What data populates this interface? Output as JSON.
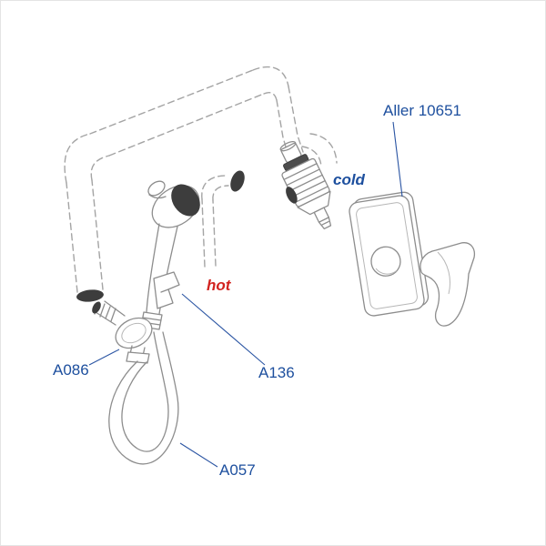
{
  "diagram": {
    "labels": {
      "model": "Aller 10651",
      "cold": "cold",
      "hot": "hot",
      "valve": "A086",
      "bracket": "A136",
      "hose": "A057"
    },
    "colors": {
      "blue": "#1d4f9e",
      "red": "#d2231f",
      "line": "#9a9a9a",
      "dark": "#3d3d3d"
    }
  }
}
